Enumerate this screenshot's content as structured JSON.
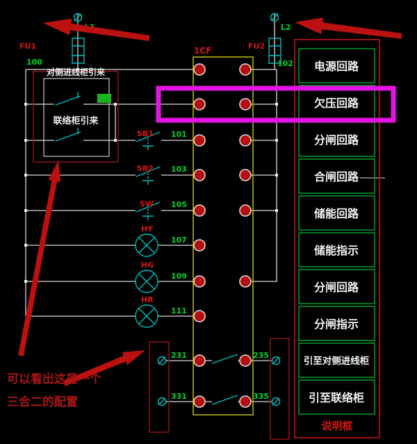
{
  "incoming": {
    "l1": "L1",
    "fu1": "FU1",
    "wire100": "100",
    "l2": "L2",
    "fu2": "FU2",
    "wire102": "102"
  },
  "feeder_box": {
    "title": "对侧进线柜引来",
    "inner_label": "联络柜引来"
  },
  "terminal_strip": {
    "label": "1CF"
  },
  "controls": {
    "sb1": "SB1",
    "sb2": "SB2",
    "sw": "SW",
    "lamp_yellow": "HY",
    "lamp_green": "HG",
    "lamp_red": "HR",
    "wire101": "101",
    "wire103": "103",
    "wire105": "105",
    "wire107": "107",
    "wire109": "109",
    "wire111": "111"
  },
  "tie_section": {
    "wire231": "231",
    "wire331": "331",
    "wire235": "235",
    "wire335": "335"
  },
  "legend": {
    "rows": [
      "电源回路",
      "欠压回路",
      "分闸回路",
      "合闸回路",
      "储能回路",
      "储能指示",
      "分闸回路",
      "分闸指示",
      "引至对侧进线柜",
      "引至联络柜"
    ],
    "footer": "说明框"
  },
  "notes": {
    "line1": "可以看出这是一个",
    "line2": "三合二的配置"
  },
  "colors": {
    "background": "#000000",
    "wire_white": "#dcdcdc",
    "label_green": "#00d42a",
    "label_red": "#d41414",
    "symbol_cyan": "#00c2c2",
    "strip_yellow": "#b4b400",
    "terminal_red": "#b40e0e",
    "highlight_magenta": "#e414e4",
    "legend_border_green": "#00a02a",
    "legend_border_red": "#c01616",
    "annotation_red": "#bb1111"
  }
}
